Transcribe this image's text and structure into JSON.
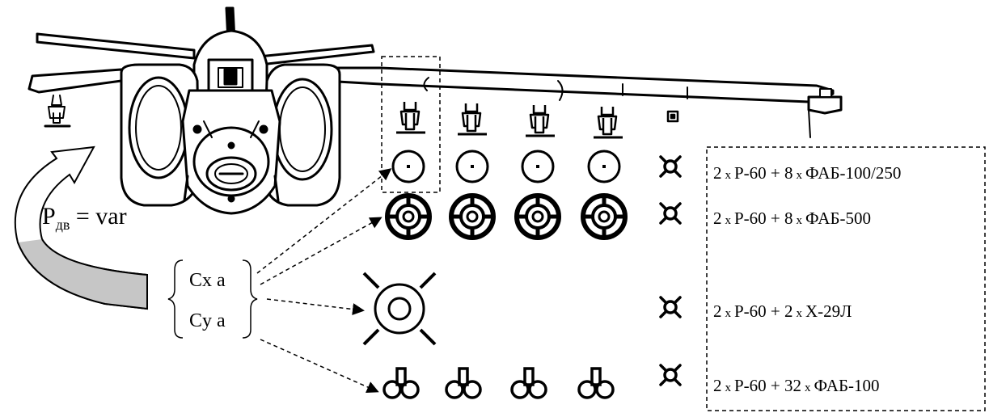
{
  "thrust_label": {
    "symbol": "P",
    "subscript": "дв",
    "rest": " = var"
  },
  "coefficients": {
    "cx": "Cx a",
    "cy": "Cy a"
  },
  "loadouts": [
    {
      "count1": "2",
      "mult1": "x",
      "weapon1": "Р-60 + 8",
      "mult2": "x",
      "weapon2": "ФАБ-100/250"
    },
    {
      "count1": "2",
      "mult1": "x",
      "weapon1": "Р-60 + 8",
      "mult2": "x",
      "weapon2": "ФАБ-500"
    },
    {
      "count1": "2",
      "mult1": "x",
      "weapon1": "Р-60 + 2",
      "mult2": "x",
      "weapon2": "Х-29Л"
    },
    {
      "count1": "2",
      "mult1": "x",
      "weapon1": "Р-60 + 32",
      "mult2": "x",
      "weapon2": "ФАБ-100"
    }
  ],
  "icons": {
    "bomb_small": "fab-100-250-icon",
    "bomb_large": "fab-500-icon",
    "missile": "kh-29l-icon",
    "cluster": "fab-100-cluster-icon",
    "air_to_air": "r-60-icon",
    "aircraft": "su-25-aircraft-front-view"
  }
}
